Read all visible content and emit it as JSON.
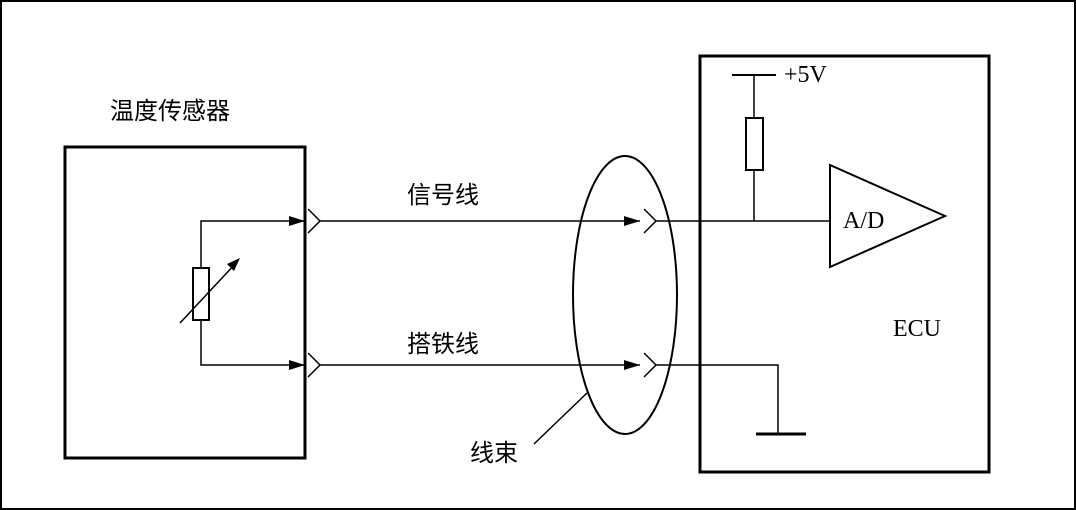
{
  "labels": {
    "sensor_title": "温度传感器",
    "signal_wire": "信号线",
    "ground_wire": "搭铁线",
    "harness": "线束",
    "supply_voltage": "+5V",
    "adc": "A/D",
    "ecu": "ECU"
  },
  "colors": {
    "line": "#000000",
    "background": "#ffffff"
  }
}
